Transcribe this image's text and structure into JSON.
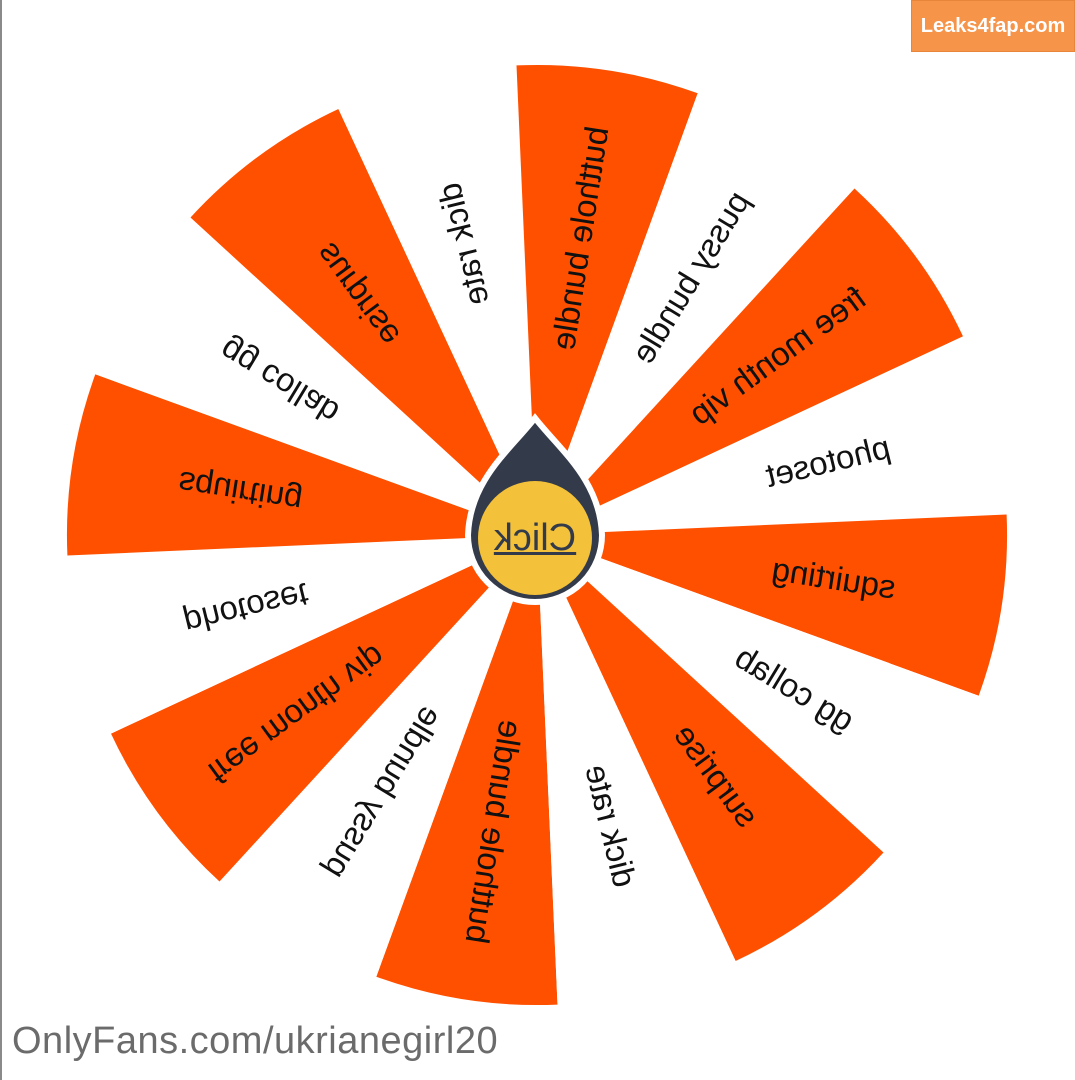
{
  "wheel": {
    "colors": {
      "orange": "#ff5000",
      "white": "#ffffff",
      "pointer": "#333b4a",
      "button": "#f3c13a"
    },
    "segments": [
      {
        "label": "butthole bundle",
        "fill": "orange"
      },
      {
        "label": "pussy bundle",
        "fill": "white"
      },
      {
        "label": "free month vip",
        "fill": "orange"
      },
      {
        "label": "photoset",
        "fill": "white"
      },
      {
        "label": "squirting",
        "fill": "orange"
      },
      {
        "label": "gg collab",
        "fill": "white"
      },
      {
        "label": "surprise",
        "fill": "orange"
      },
      {
        "label": "dick rate",
        "fill": "white"
      },
      {
        "label": "butthole bundle",
        "fill": "orange"
      },
      {
        "label": "pussy bundle",
        "fill": "white"
      },
      {
        "label": "free month vip",
        "fill": "orange"
      },
      {
        "label": "photoset",
        "fill": "white"
      },
      {
        "label": "squirting",
        "fill": "orange"
      },
      {
        "label": "gg collab",
        "fill": "white"
      },
      {
        "label": "surprise",
        "fill": "orange"
      },
      {
        "label": "dick rate",
        "fill": "white"
      }
    ],
    "button_label": "Click",
    "pointer_icon": "teardrop-pointer-icon"
  },
  "watermark": {
    "text": "Leaks4fap.com"
  },
  "footer": {
    "url": "OnlyFans.com/ukrianegirl20"
  }
}
